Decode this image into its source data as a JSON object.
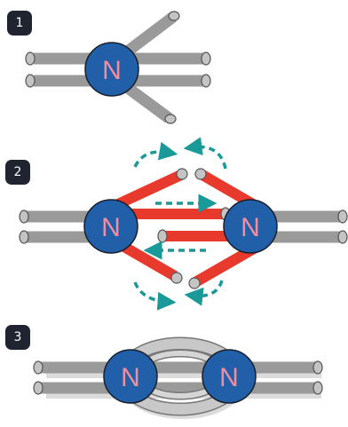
{
  "steps": [
    {
      "number": "1"
    },
    {
      "number": "2"
    },
    {
      "number": "3"
    }
  ],
  "node_label": "N",
  "colors": {
    "rod": "#9a9a9a",
    "rod_end": "#c4c4c4",
    "rod_outline": "#555555",
    "node_fill": "#2160a8",
    "node_stroke": "#1a1f2b",
    "node_text": "#f28da0",
    "bond": "#e83a2c",
    "arrow": "#199a98",
    "ring": "#c8c8c8",
    "ring_outline": "#777777",
    "shadow": "#dcdcdc"
  }
}
